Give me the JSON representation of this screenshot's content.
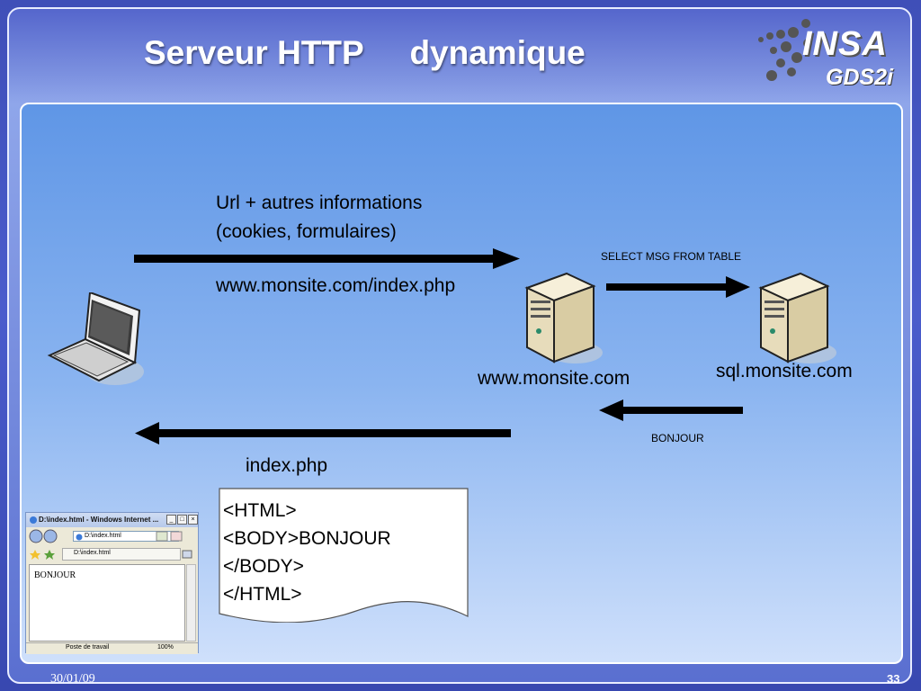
{
  "slide": {
    "title_part1": "Serveur HTTP",
    "title_part2": "dynamique",
    "logo_main": "INSA",
    "logo_sub": "GDS2i",
    "footer_date": "30/01/09",
    "page_number": "33"
  },
  "diagram": {
    "request_line1": "Url + autres informations",
    "request_line2": "(cookies, formulaires)",
    "request_url": "www.monsite.com/index.php",
    "sql_query": "SELECT MSG FROM TABLE",
    "web_server_label": "www.monsite.com",
    "db_server_label": "sql.monsite.com",
    "db_response": "BONJOUR",
    "response_file": "index.php",
    "code_lines": [
      "<HTML>",
      "<BODY>BONJOUR",
      "</BODY>",
      "</HTML>"
    ]
  },
  "browser": {
    "window_title": "D:\\index.html - Windows Internet ...",
    "address": "D:\\index.html",
    "tab_label": "D:\\index.html",
    "content_text": "BONJOUR",
    "status_zone": "Poste de travail",
    "zoom": "100%"
  },
  "colors": {
    "arrow": "#000000",
    "server_body": "#f0e8d0",
    "panel_top": "#5f96e6",
    "panel_bottom": "#cfe0fb"
  }
}
